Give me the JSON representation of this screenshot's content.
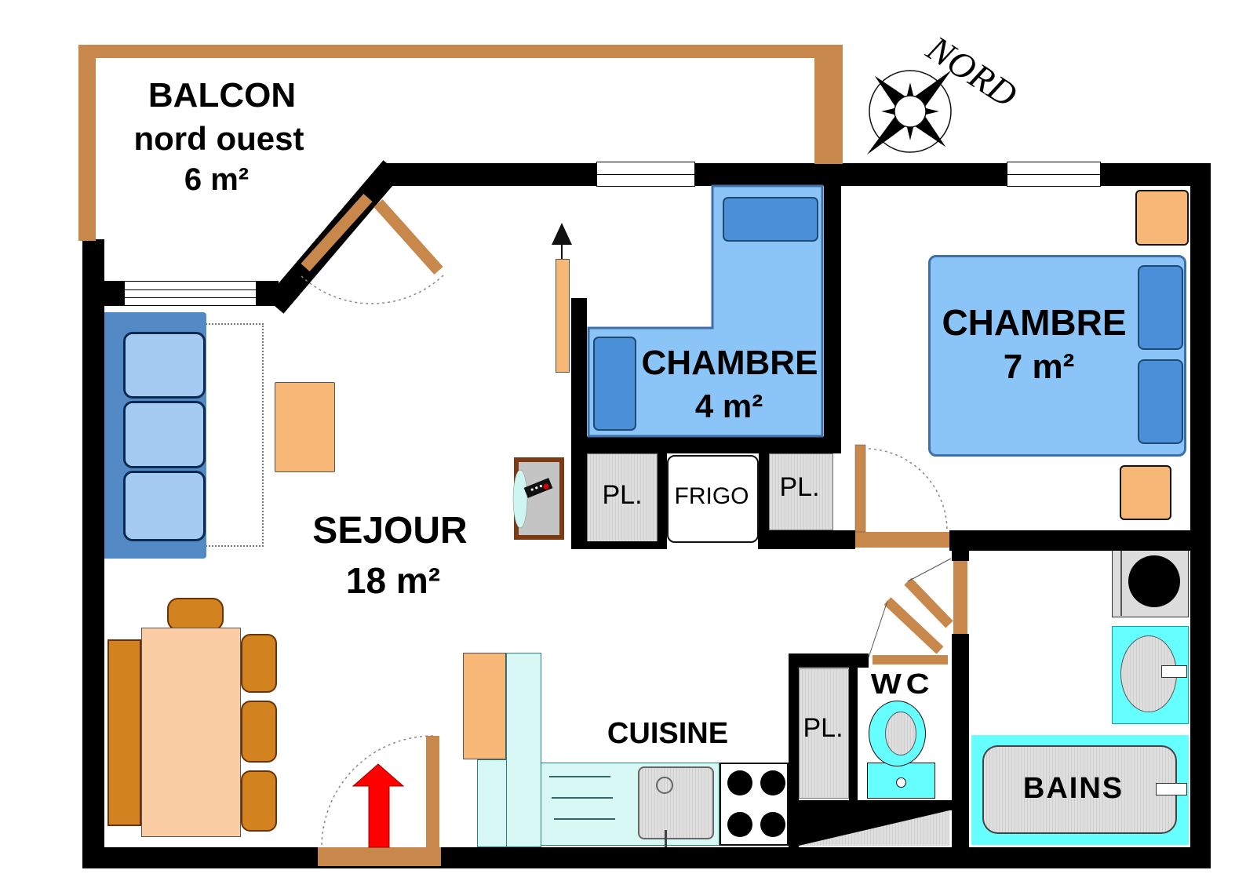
{
  "compass": {
    "label": "NORD"
  },
  "rooms": {
    "balcon": {
      "name": "BALCON",
      "orientation": "nord ouest",
      "area": "6  m²"
    },
    "sejour": {
      "name": "SEJOUR",
      "area": "18 m²"
    },
    "chambre_petite": {
      "name": "CHAMBRE",
      "area": "4 m²"
    },
    "chambre_grande": {
      "name": "CHAMBRE",
      "area": "7 m²"
    },
    "cuisine": {
      "name": "CUISINE"
    },
    "wc": {
      "name": "WC"
    },
    "salle_de_bains": {
      "name": "BAINS"
    }
  },
  "fixtures": {
    "placard_cuisine_1": "PL.",
    "frigo": "FRIGO",
    "placard_cuisine_2": "PL.",
    "placard_entree": "PL."
  },
  "colors": {
    "wall": "#000000",
    "wood": "#C8874B",
    "wood_dark": "#7B3A12",
    "orange": "#F7B877",
    "peach": "#FACDA4",
    "chair": "#D2821E",
    "bed_blue": "#8BC4F7",
    "bed_border": "#3D6FA8",
    "pillow": "#4A90D9",
    "pillow_border": "#1F4874",
    "sofa": "#5389C4",
    "cushion": "#A5CBF2",
    "cushion_border": "#0D2A52",
    "cyan_fixture": "#66FFFF",
    "cyan_counter": "#D8F8F6",
    "gray_closet": "#DCDCDC",
    "red": "#FF0000"
  }
}
